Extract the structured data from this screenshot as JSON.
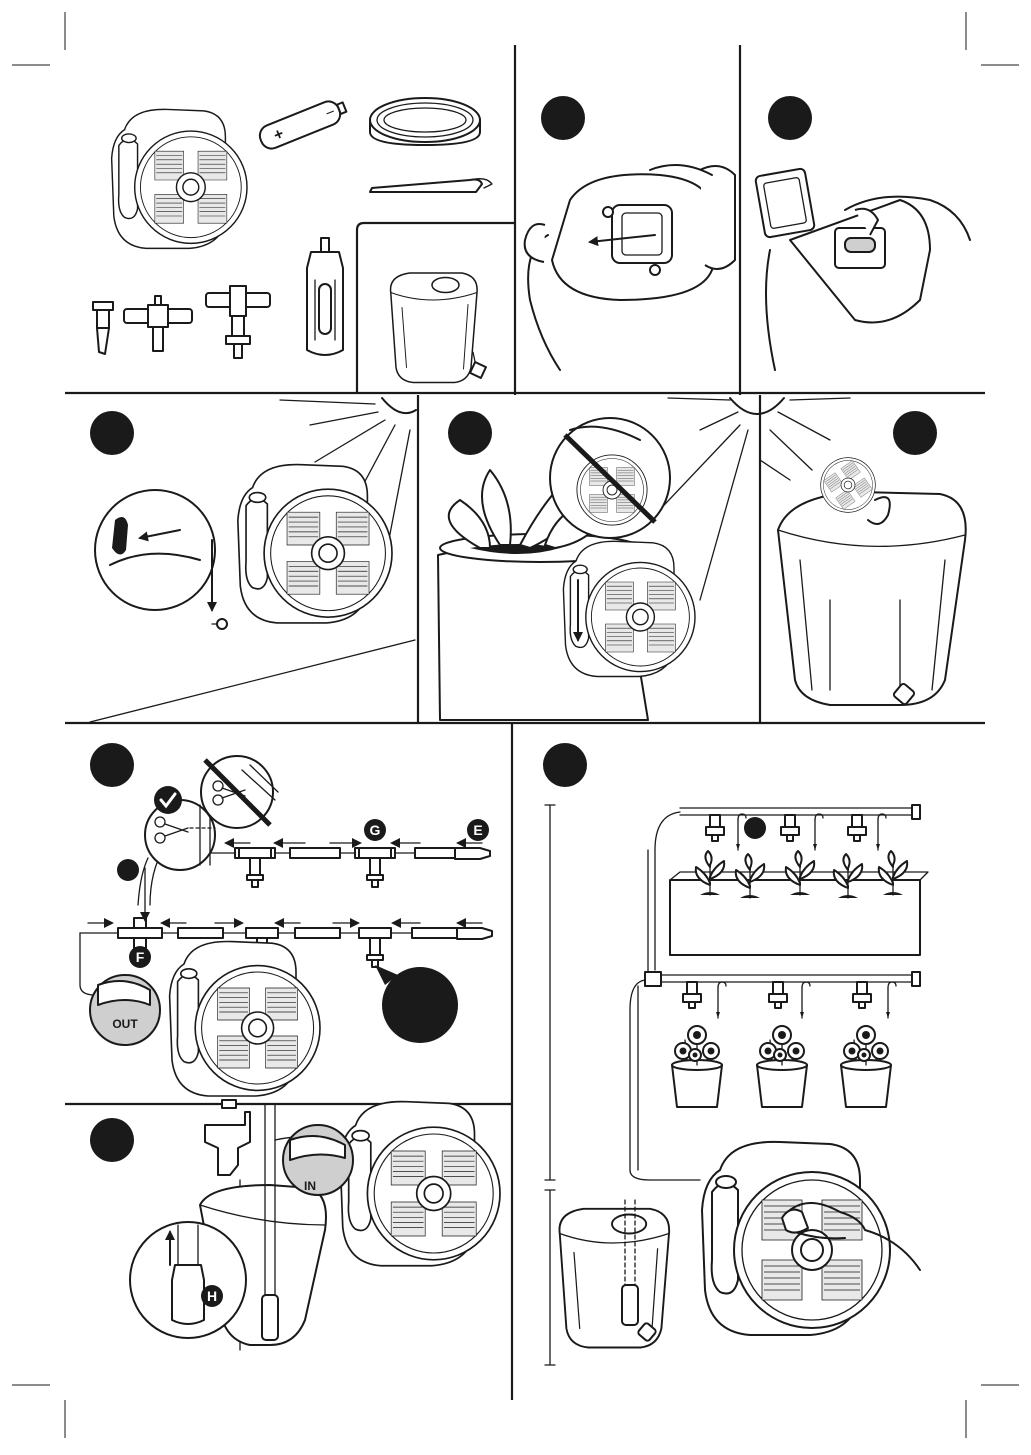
{
  "labels": {
    "g": "G",
    "e": "E",
    "f": "F",
    "h": "H",
    "out": "OUT",
    "in": "IN"
  },
  "colors": {
    "ink": "#1a1a1a",
    "callout_fill": "#cfcfcf",
    "paper": "#ffffff"
  },
  "icons": [
    "battery-icon",
    "check-icon",
    "scissors-icon",
    "sun-icon",
    "no-entry-icon",
    "arrow-icon"
  ]
}
